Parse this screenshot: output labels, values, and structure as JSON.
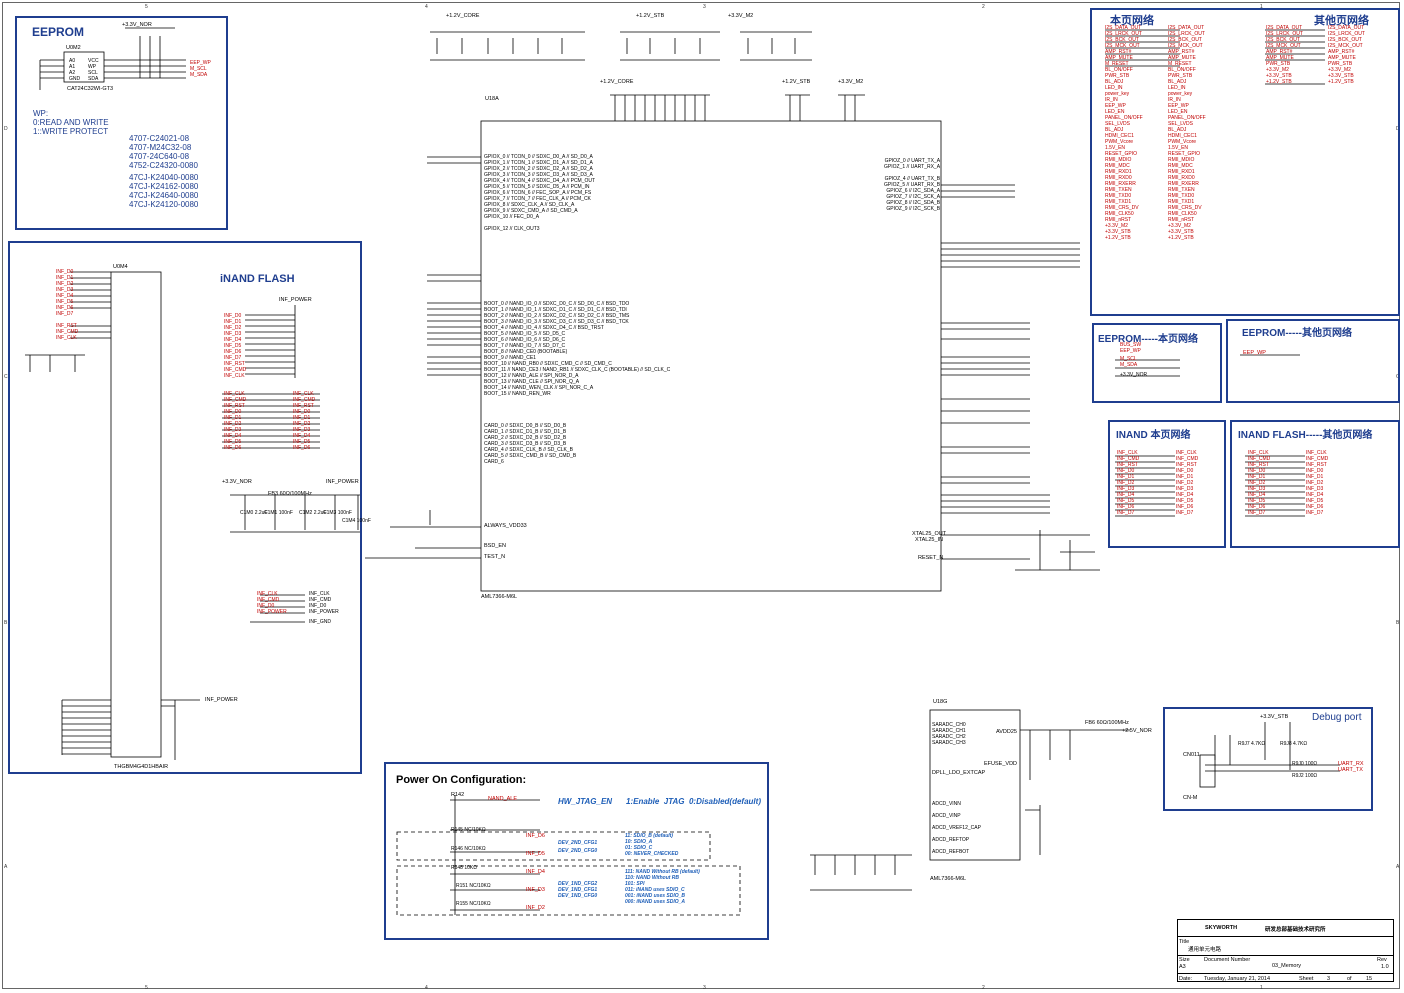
{
  "eeprom": {
    "title": "EEPROM",
    "chip": "U0M2",
    "part": "CAT24C32WI-GT3",
    "rail": "+3.3V_NOR",
    "pins_left": [
      "A0",
      "A1",
      "A2",
      "GND"
    ],
    "pins_right": [
      "VCC",
      "WP",
      "SCL",
      "SDA"
    ],
    "nets": [
      "EEP_WP",
      "M_SCL",
      "M_SDA"
    ],
    "wp_note": [
      "WP:",
      "0:READ AND WRITE",
      "1::WRITE PROTECT"
    ],
    "part_numbers": [
      "4707-C24021-08",
      "4707-M24C32-08",
      "4707-24C640-08",
      "4752-C24320-0080",
      "47CJ-K24040-0080",
      "47CJ-K24162-0080",
      "47CJ-K24640-0080",
      "47CJ-K24120-0080"
    ]
  },
  "inand": {
    "title": "iNAND FLASH",
    "chip": "U0M4",
    "part": "THGBM4G4D1HBAIR",
    "power_net": "INF_POWER",
    "data_nets": [
      "INF_D0",
      "INF_D1",
      "INF_D2",
      "INF_D3",
      "INF_D4",
      "INF_D5",
      "INF_D6",
      "INF_D7"
    ],
    "ctrl_nets": [
      "INF_RST",
      "INF_CMD",
      "INF_CLK"
    ],
    "rail": "+3.3V_NOR",
    "ferrite": "FB3 60Ω/100MHz",
    "caps": [
      "C1M0 2.2uF",
      "C1M1 100nF",
      "C1M2 2.2uF",
      "C1M3 100nF",
      "C1M4 100nF"
    ],
    "connector_nets": [
      "INF_CLK",
      "INF_CMD",
      "INF_D0",
      "INF_POWER",
      "INF_GND"
    ],
    "net_label": "INF_POWER"
  },
  "soc": {
    "ref": "U18A",
    "part": "AML7366-M6L",
    "rails": [
      "+1.2V_CORE",
      "+1.2V_STB",
      "+3.3V_M2"
    ],
    "pins_left": [
      "GPIOX_0 // TCON_0 // SDXC_D0_A // SD_D0_A",
      "GPIOX_1 // TCON_1 // SDXC_D1_A // SD_D1_A",
      "GPIOX_2 // TCON_2 // SDXC_D2_A // SD_D2_A",
      "GPIOX_3 // TCON_3 // SDXC_D3_A // SD_D3_A",
      "GPIOX_4 // TCON_4 // SDXC_D4_A // PCM_OUT",
      "GPIOX_5 // TCON_5 // SDXC_D5_A // PCM_IN",
      "GPIOX_6 // TCON_6 // FEC_SOP_A // PCM_FS",
      "GPIOX_7 // TCON_7 // FEC_CLK_A // PCM_CK",
      "GPIOX_8 // SDXC_CLK_A // SD_CLK_A",
      "GPIOX_9 // SDXC_CMD_A // SD_CMD_A",
      "GPIOX_10 // FEC_D0_A",
      "GPIOX_12 // CLK_OUT3"
    ],
    "pins_right": [
      "GPIOZ_0 // UART_TX_A",
      "GPIOZ_1 // UART_RX_A",
      "GPIOZ_4 // UART_TX_B",
      "GPIOZ_5 // UART_RX_B",
      "GPIOZ_6 // I2C_SDA_A",
      "GPIOZ_7 // I2C_SCK_A",
      "GPIOZ_8 // I2C_SDA_B",
      "GPIOZ_9 // I2C_SCK_B"
    ],
    "boot_pins": [
      "BOOT_0 // NAND_IO_0 // SDXC_D0_C // SD_D0_C // BSD_TDO",
      "BOOT_1 // NAND_IO_1 // SDXC_D1_C // SD_D1_C // BSD_TDI",
      "BOOT_2 // NAND_IO_2 // SDXC_D2_C // SD_D2_C // BSD_TMS",
      "BOOT_3 // NAND_IO_3 // SDXC_D3_C // SD_D3_C // BSD_TCK",
      "BOOT_4 // NAND_IO_4 // SDXC_D4_C // BSD_TRST",
      "BOOT_5 // NAND_IO_5 // SD_D5_C",
      "BOOT_6 // NAND_IO_6 // SD_D6_C",
      "BOOT_7 // NAND_IO_7 // SD_D7_C",
      "BOOT_8 // NAND_CE0 (BOOTABLE)",
      "BOOT_9 // NAND_CE1",
      "BOOT_10 // NAND_RB0 // SDXC_CMD_C // SD_CMD_C",
      "BOOT_11 // NAND_CE3 / NAND_RB1 // SDXC_CLK_C (BOOTABLE) // SD_CLK_C",
      "BOOT_12 // NAND_ALE // SPI_NOR_D_A",
      "BOOT_13 // NAND_CLE // SPI_NOR_Q_A",
      "BOOT_14 // NAND_WEN_CLK // SPI_NOR_C_A",
      "BOOT_15 // NAND_REN_WR"
    ],
    "card_pins": [
      "CARD_0 // SDXC_D0_B // SD_D0_B",
      "CARD_1 // SDXC_D1_B // SD_D1_B",
      "CARD_2 // SDXC_D2_B // SD_D2_B",
      "CARD_3 // SDXC_D3_B // SD_D3_B",
      "CARD_4 // SDXC_CLK_B // SD_CLK_B",
      "CARD_5 // SDXC_CMD_B // SD_CMD_B",
      "CARD_6"
    ],
    "misc": [
      "ALWAYS_VDD33",
      "BSD_EN",
      "TEST_N",
      "XTAL25_OUT",
      "XTAL25_IN",
      "RESET_N"
    ]
  },
  "soc_b": {
    "ref": "U18G",
    "part": "AML7366-M6L",
    "pins": [
      "SARADC_CH0",
      "SARADC_CH1",
      "SARADC_CH2",
      "SARADC_CH3",
      "DPLL_LDO_EXTCAP",
      "ADCD_VINN",
      "ADCD_VINP",
      "ADCD_VREF12_CAP",
      "ADCD_REFTOP",
      "ADCD_REFBOT",
      "AVDD25",
      "EFUSE_VDD"
    ],
    "net": "+2.5V_NOR",
    "ferrite": "FB6 60Ω/100MHz"
  },
  "nets_this_page": {
    "title": "本页网络",
    "items": [
      "I2S_DATA_OUT",
      "I2S_LRCK_OUT",
      "I2S_BCK_OUT",
      "I2S_MCK_OUT",
      "AMP_RST#",
      "AMP_MUTE",
      "M_RESET",
      "BL_ON/OFF",
      "PWR_STB",
      "BL_ADJ",
      "LED_IN",
      "power_key",
      "IR_IN",
      "EEP_WP",
      "LED_EN",
      "PANEL_ON/OFF",
      "SEL_LVDS",
      "BL_ADJ",
      "HDMI_CEC1",
      "PWM_Vcore",
      "1.5V_EN",
      "RESET_GPIO",
      "RMII_MDIO",
      "RMII_MDC",
      "RMII_RXD1",
      "RMII_RXD0",
      "RMII_RXERR",
      "RMII_TXEN",
      "RMII_TXD0",
      "RMII_TXD1",
      "RMII_CRS_DV",
      "RMII_CLK50",
      "RMII_nRST",
      "+3.3V_M2",
      "+3.3V_STB",
      "+1.2V_STB"
    ]
  },
  "nets_other_page": {
    "title": "其他页网络",
    "items": [
      "I2S_DATA_OUT",
      "I2S_LRCK_OUT",
      "I2S_BCK_OUT",
      "I2S_MCK_OUT",
      "AMP_RST#",
      "AMP_MUTE",
      "PWR_STB",
      "+3.3V_M2",
      "+3.3V_STB",
      "+1.2V_STB"
    ]
  },
  "eeprom_this": {
    "title": "EEPROM-----本页网络",
    "items": [
      "BUS_SW",
      "EEP_WP",
      "M_SCL",
      "M_SDA",
      "+3.3V_NOR"
    ]
  },
  "eeprom_other": {
    "title": "EEPROM-----其他页网络",
    "items": [
      "EEP_WP"
    ]
  },
  "inand_this": {
    "title": "INAND 本页网络",
    "items": [
      "INF_CLK",
      "INF_CMD",
      "INF_RST",
      "INF_D0",
      "INF_D1",
      "INF_D2",
      "INF_D3",
      "INF_D4",
      "INF_D5",
      "INF_D6",
      "INF_D7"
    ]
  },
  "inand_other": {
    "title": "INAND FLASH-----其他页网络",
    "items": [
      "INF_CLK",
      "INF_CMD",
      "INF_RST",
      "INF_D0",
      "INF_D1",
      "INF_D2",
      "INF_D3",
      "INF_D4",
      "INF_D5",
      "INF_D6",
      "INF_D7"
    ]
  },
  "debug": {
    "title": "Debug port",
    "rail": "+3.3V_STB",
    "connector": "CN011",
    "connector_part": "CN-M",
    "nets": [
      "UART_RX",
      "UART_TX"
    ],
    "resistors": [
      "R9J0 100Ω",
      "R9J2 100Ω",
      "R9J7 4.7KΩ",
      "R9J8 4.7KΩ"
    ]
  },
  "power_on": {
    "title": "Power On Configuration:",
    "hw_jtag": {
      "net": "HW_JTAG_EN",
      "desc": "1:Enable  JTAG  0:Disabled(default)",
      "res": "R142",
      "label": "NAND_ALE"
    },
    "dev2": {
      "lines": [
        "DEV_2ND_CFG1",
        "DEV_2ND_CFG0"
      ],
      "opts": [
        "11: SDIO_B (default)",
        "10: SDIO_A",
        "01: SDIO_C",
        "00: NEVER_CHECKED"
      ]
    },
    "dev1": {
      "lines": [
        "DEV_1ND_CFG2",
        "DEV_1ND_CFG1",
        "DEV_1ND_CFG0"
      ],
      "opts": [
        "111: NAND Without RB (default)",
        "110: NAND Without RB",
        "101: SPI",
        "011: iNAND uses SDIO_C",
        "001: iNAND uses SDIO_B",
        "000: iNAND uses SDIO_A"
      ]
    },
    "resistors": [
      "R145 NC/10KΩ",
      "R146 NC/10KΩ",
      "R148 10KΩ",
      "R151 NC/10KΩ",
      "R155 NC/10KΩ"
    ],
    "labels": [
      "INF_D6",
      "INF_D5",
      "INF_D4",
      "INF_D3",
      "INF_D2"
    ]
  },
  "titleblock": {
    "company": "SKYWORTH",
    "dept": "研发总部基础技术研究所",
    "title_label": "Title",
    "title": "通用单元电路",
    "size_label": "Size",
    "size": "A3",
    "doc_label": "Document Number",
    "doc": "03_Memory",
    "rev_label": "Rev",
    "rev": "1.0",
    "date_label": "Date:",
    "date": "Tuesday, January 21, 2014",
    "sheet_label": "Sheet",
    "sheet": "3",
    "of_label": "of",
    "of": "15"
  },
  "colors": {
    "block_border": "#1f3e8f",
    "net_red": "#c00000",
    "config_blue": "#1f5fb8"
  }
}
